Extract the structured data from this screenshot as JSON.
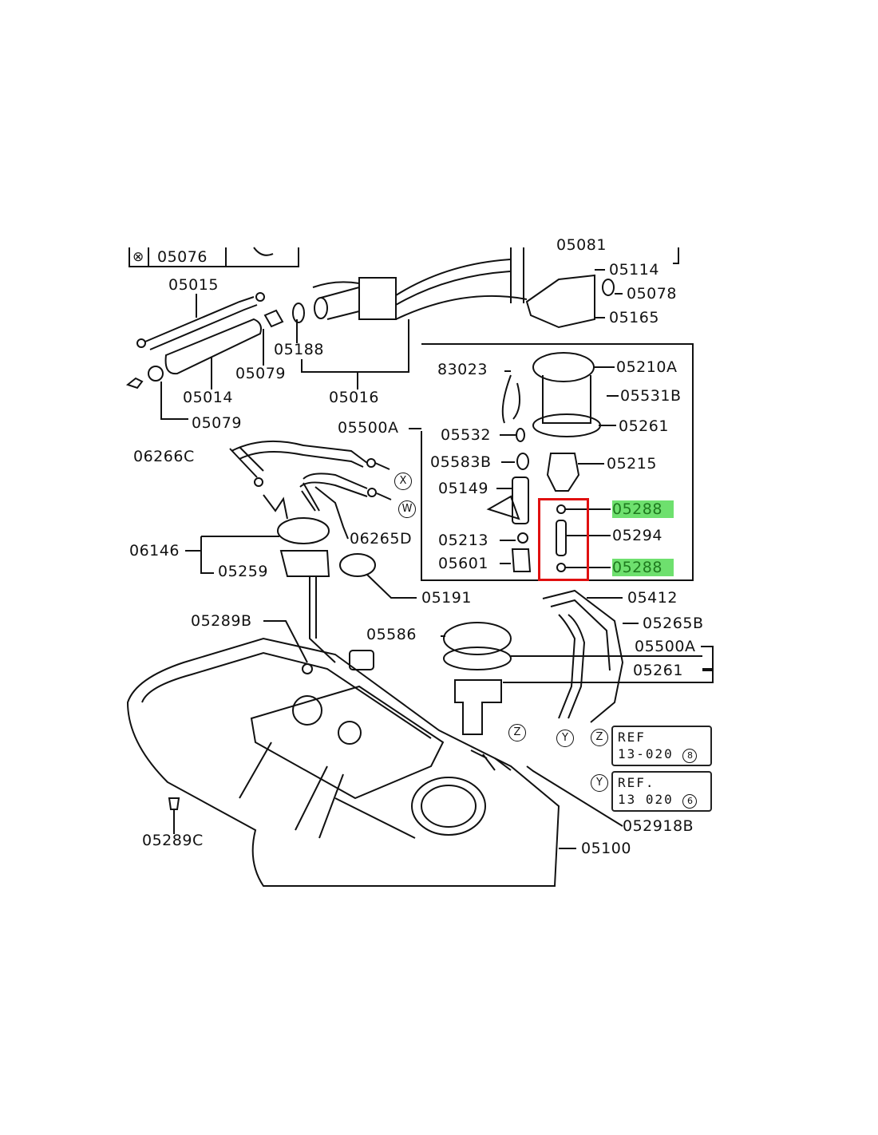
{
  "diagram": {
    "labels": {
      "l05076": "05076",
      "l05015": "05015",
      "l05014": "05014",
      "l05079a": "05079",
      "l05079b": "05079",
      "l05188": "05188",
      "l05016": "05016",
      "l05081": "05081",
      "l05114": "05114",
      "l05078": "05078",
      "l05165": "05165",
      "l83023": "83023",
      "l05210A": "05210A",
      "l05531B": "05531B",
      "l05500Aa": "05500A",
      "l05532": "05532",
      "l05261a": "05261",
      "l06266C": "06266C",
      "l05583B": "05583B",
      "l05215": "05215",
      "l05149": "05149",
      "l05288a": "05288",
      "l05294": "05294",
      "l06265D": "06265D",
      "l05213": "05213",
      "l06146": "06146",
      "l05259": "05259",
      "l05601": "05601",
      "l05288b": "05288",
      "l05191": "05191",
      "l05412": "05412",
      "l05289B": "05289B",
      "l05586": "05586",
      "l05265B": "05265B",
      "l05500Ab": "05500A",
      "l05261b": "05261",
      "l052918B": "052918B",
      "l05289C": "05289C",
      "l05100": "05100"
    },
    "markers": {
      "x": "X",
      "w": "W",
      "z1": "Z",
      "y1": "Y",
      "z2": "Z",
      "y2": "Y",
      "legend_x": "⊗"
    },
    "refs": [
      {
        "line1": "REF",
        "line2": "13-020",
        "num": "8"
      },
      {
        "line1": "REF.",
        "line2": "13 020",
        "num": "6"
      }
    ],
    "highlight_color": "#6ee06e",
    "box_color": "#e01010"
  }
}
